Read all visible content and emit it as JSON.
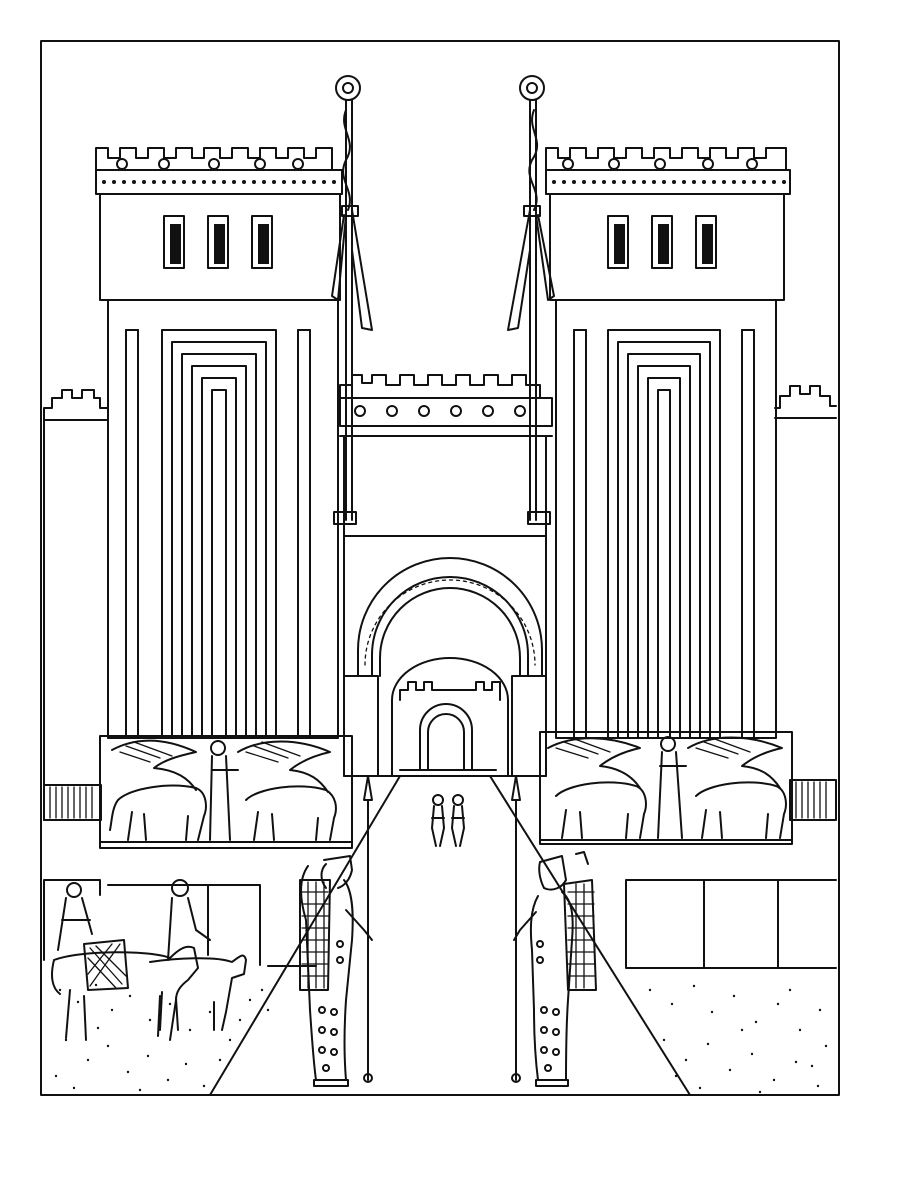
{
  "colors": {
    "ink": "#111111",
    "paper": "#ffffff"
  },
  "scene": {
    "subject": "line-drawing",
    "towers": 2,
    "tower_windows_each": 3,
    "flagpoles": 2,
    "guards_with_spears": 2,
    "winged_bull_reliefs": 4,
    "background_walkers": 2,
    "riders_with_donkeys": 2
  }
}
